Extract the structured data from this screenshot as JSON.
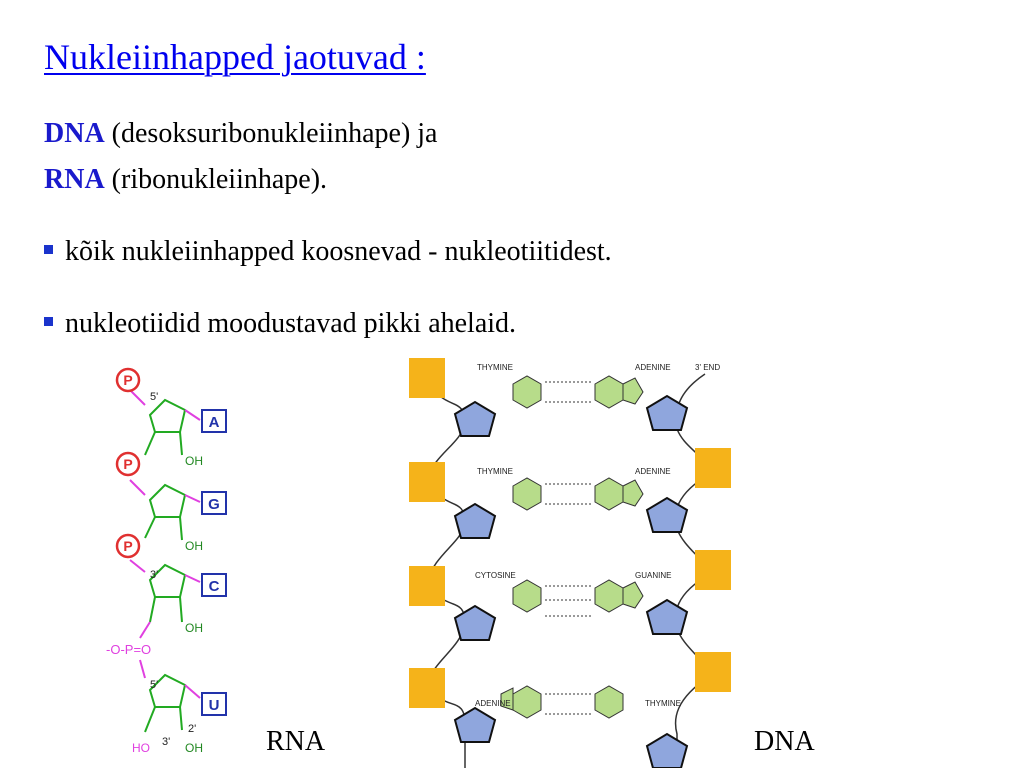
{
  "heading": "Nukleiinhapped jaotuvad :",
  "dna_line": {
    "abbr": "DNA",
    "rest": " (desoksuribonukleiinhape) ja"
  },
  "rna_line": {
    "abbr": "RNA",
    "rest": " (ribonukleiinhape)."
  },
  "bullets": [
    "kõik nukleiinhapped koosnevad - nukleotiitidest.",
    "nukleotiidid moodustavad pikki ahelaid."
  ],
  "rna_figure": {
    "caption": "RNA",
    "phosphate_label": "P",
    "bases": [
      "A",
      "G",
      "C",
      "U"
    ],
    "labels": {
      "five_prime": "5'",
      "three_prime": "3'",
      "two_prime": "2'",
      "three_end": "3'",
      "oh": "OH",
      "ho": "HO",
      "linkage": "-O-P=O"
    },
    "colors": {
      "phosphate": "#e03030",
      "sugar": "#22aa22",
      "base_box": "#2233aa",
      "link": "#e040e0"
    }
  },
  "dna_figure": {
    "caption": "DNA",
    "end_label": "3' END",
    "pairs": [
      {
        "left": "THYMINE",
        "right": "ADENINE"
      },
      {
        "left": "THYMINE",
        "right": "ADENINE"
      },
      {
        "left": "CYTOSINE",
        "right": "GUANINE"
      },
      {
        "left": "ADENINE",
        "right": "THYMINE"
      }
    ],
    "colors": {
      "phosphate": "#f5b31a",
      "sugar": "#8fa6dd",
      "base": "#b7dc8a"
    }
  }
}
